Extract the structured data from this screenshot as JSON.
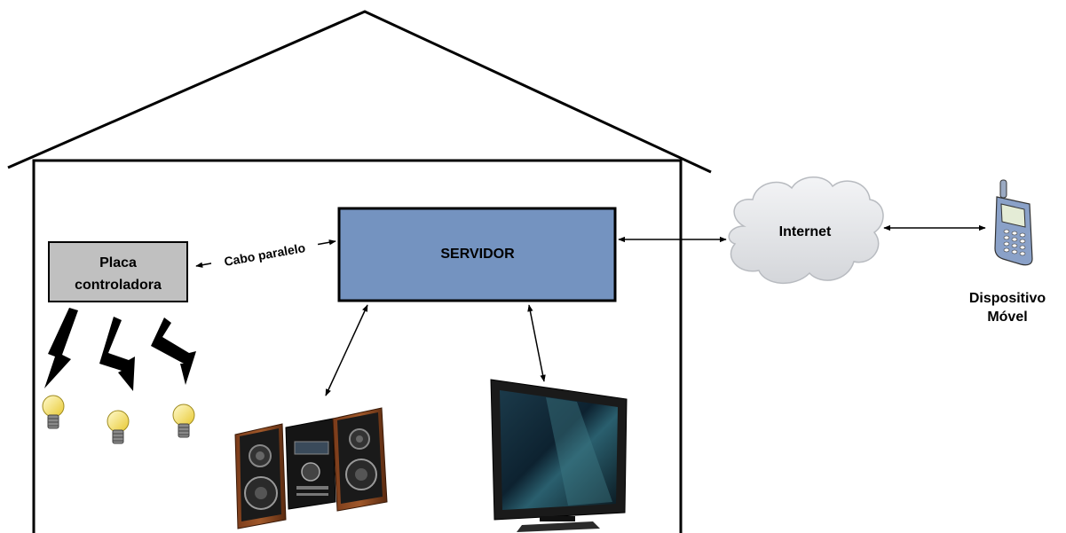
{
  "labels": {
    "placa_line1": "Placa",
    "placa_line2": "controladora",
    "servidor": "SERVIDOR",
    "cabo": "Cabo paralelo",
    "internet": "Internet",
    "dispositivo_line1": "Dispositivo",
    "dispositivo_line2": "Móvel"
  },
  "colors": {
    "placa_fill": "#c0c0c0",
    "servidor_fill": "#7493c0",
    "cloud_fill": "#e8e9ec",
    "bulb_fill": "#f7ec6a",
    "phone_body": "#8aa1c8"
  },
  "icons": [
    "lightning-icon",
    "light-bulb-icon",
    "stereo-system-icon",
    "television-icon",
    "cloud-icon",
    "mobile-phone-icon"
  ]
}
